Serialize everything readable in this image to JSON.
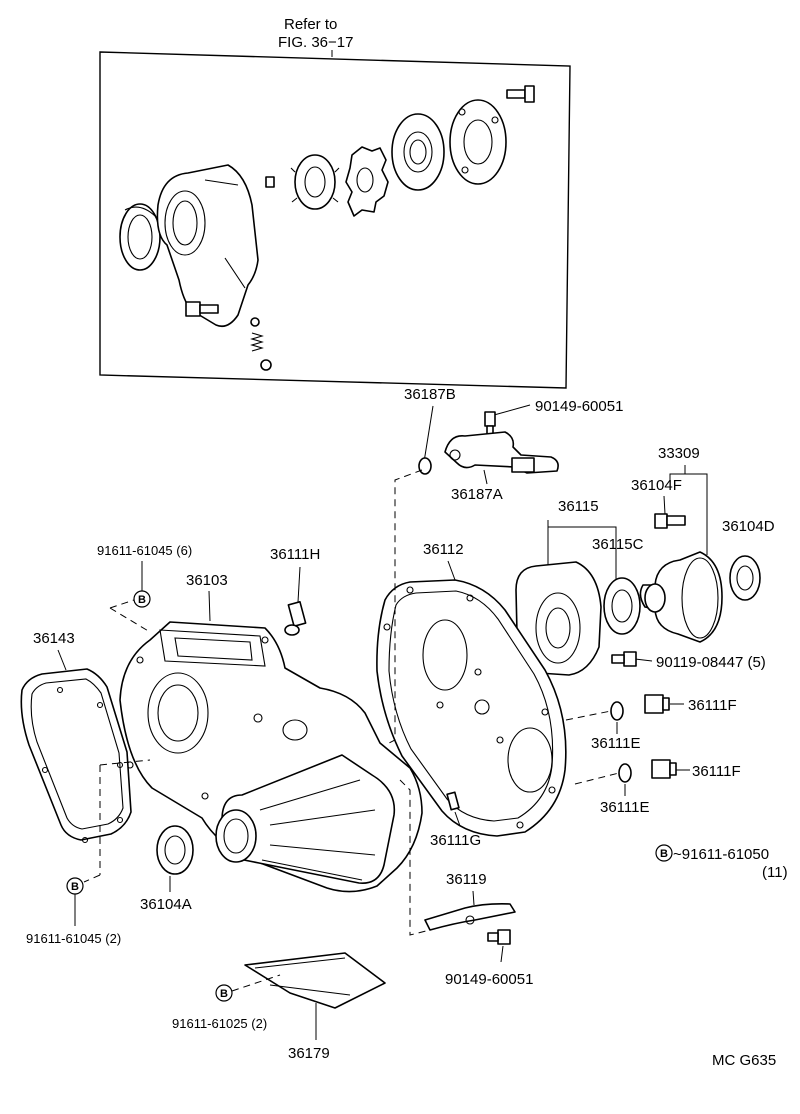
{
  "refer": {
    "line1": "Refer to",
    "line2": "FIG. 36−17"
  },
  "labels": {
    "p36187B": "36187B",
    "p90149_60051_top": "90149-60051",
    "p36187A": "36187A",
    "p33309": "33309",
    "p36115": "36115",
    "p36104F": "36104F",
    "p36104D": "36104D",
    "p36115C": "36115C",
    "p36112": "36112",
    "p36111H": "36111H",
    "p91611_61045_6": "91611-61045 (6)",
    "p36103": "36103",
    "p36143": "36143",
    "p90119_08447": "90119-08447 (5)",
    "p36111F_a": "36111F",
    "p36111E_a": "36111E",
    "p36111F_b": "36111F",
    "p36111E_b": "36111E",
    "p36111G": "36111G",
    "p91611_61050": "~91611-61050",
    "p91611_61050_qty": "(11)",
    "p36104A": "36104A",
    "p36119": "36119",
    "p91611_61045_2": "91611-61045 (2)",
    "p90149_60051_bottom": "90149-60051",
    "p91611_61025": "91611-61025 (2)",
    "p36179": "36179"
  },
  "badge_letter": "B",
  "figure_code": "MC G635"
}
